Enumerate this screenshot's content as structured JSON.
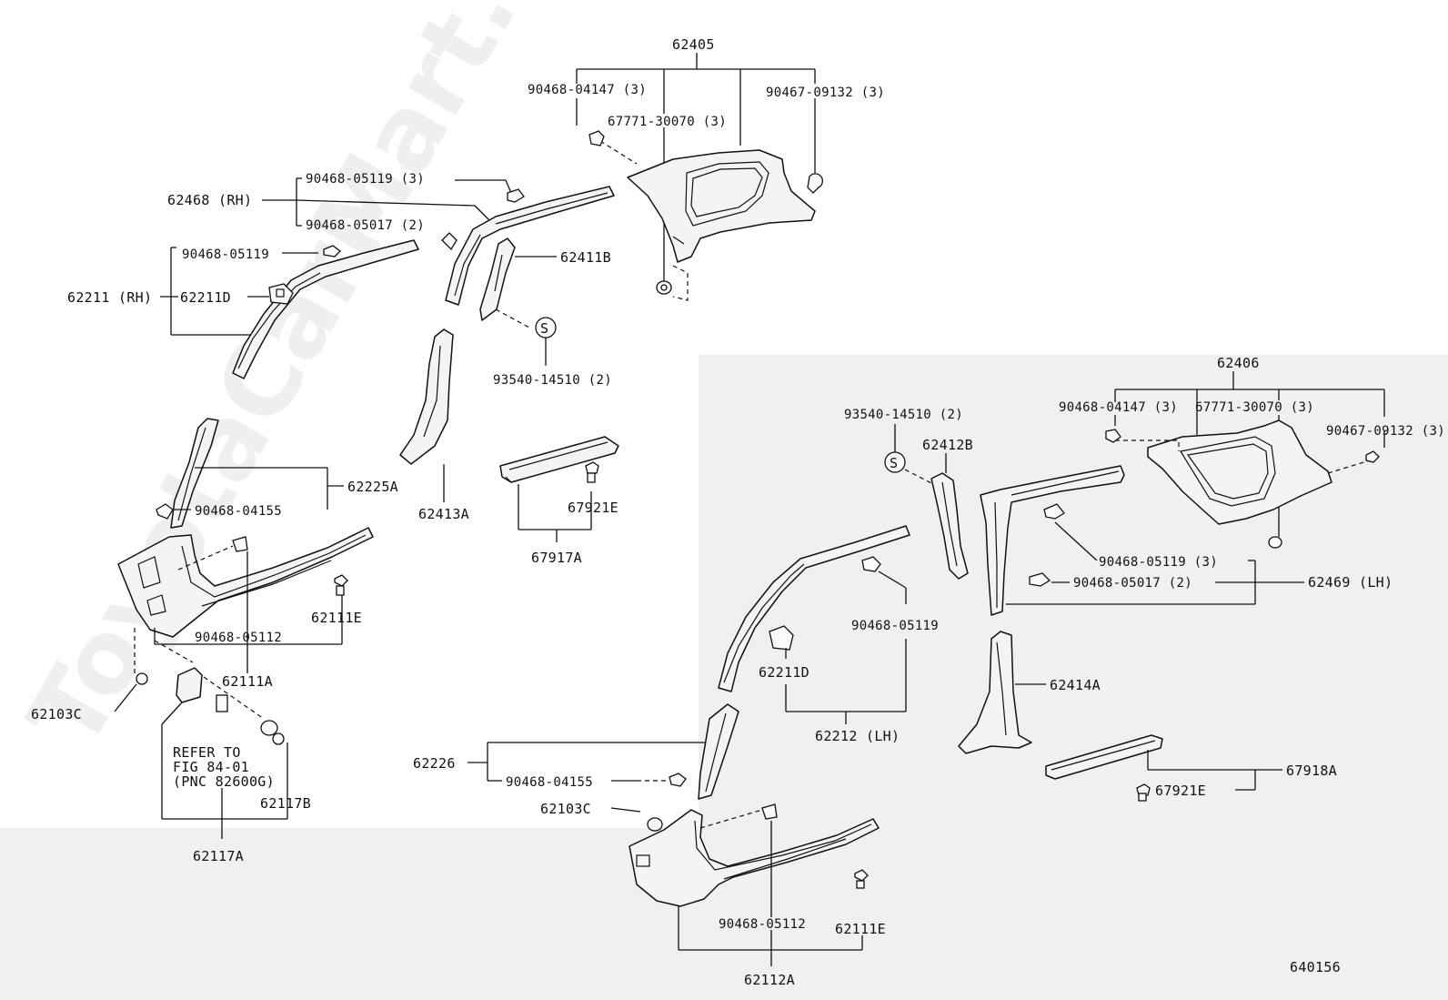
{
  "watermark": "ToyotaCarMart.ru",
  "figure_number": "640156",
  "labels": {
    "p62405": "62405",
    "p90468_04147_a": "90468-04147 (3)",
    "p67771_30070_a": "67771-30070 (3)",
    "p90467_09132_a": "90467-09132 (3)",
    "p90468_05119_3a": "90468-05119 (3)",
    "p62468": "62468 (RH)",
    "p90468_05017_a": "90468-05017 (2)",
    "p90468_05119_a": "90468-05119",
    "p62411b": "62411B",
    "p62211": "62211 (RH)",
    "p62211d_a": "62211D",
    "p93540_a": "93540-14510 (2)",
    "p62225a": "62225A",
    "p90468_04155_a": "90468-04155",
    "p62413a": "62413A",
    "p67921e_a": "67921E",
    "p67917a": "67917A",
    "p62111e_a": "62111E",
    "p90468_05112_a": "90468-05112",
    "p62111a": "62111A",
    "p62103c_a": "62103C",
    "refer_line1": "REFER TO",
    "refer_line2": "FIG 84-01",
    "refer_line3": "(PNC 82600G)",
    "p62117b": "62117B",
    "p62117a": "62117A",
    "p62406": "62406",
    "p93540_b": "93540-14510 (2)",
    "p90468_04147_b": "90468-04147 (3)",
    "p67771_30070_b": "67771-30070 (3)",
    "p90467_09132_b": "90467-09132 (3)",
    "p62412b": "62412B",
    "p90468_05119_3b": "90468-05119 (3)",
    "p90468_05017_b": "90468-05017 (2)",
    "p62469": "62469 (LH)",
    "p90468_05119_b": "90468-05119",
    "p62211d_b": "62211D",
    "p62414a": "62414A",
    "p62212": "62212 (LH)",
    "p62226": "62226",
    "p90468_04155_b": "90468-04155",
    "p67918a": "67918A",
    "p67921e_b": "67921E",
    "p62103c_b": "62103C",
    "p90468_05112_b": "90468-05112",
    "p62111e_b": "62111E",
    "p62112a": "62112A",
    "s_symbol": "S"
  }
}
